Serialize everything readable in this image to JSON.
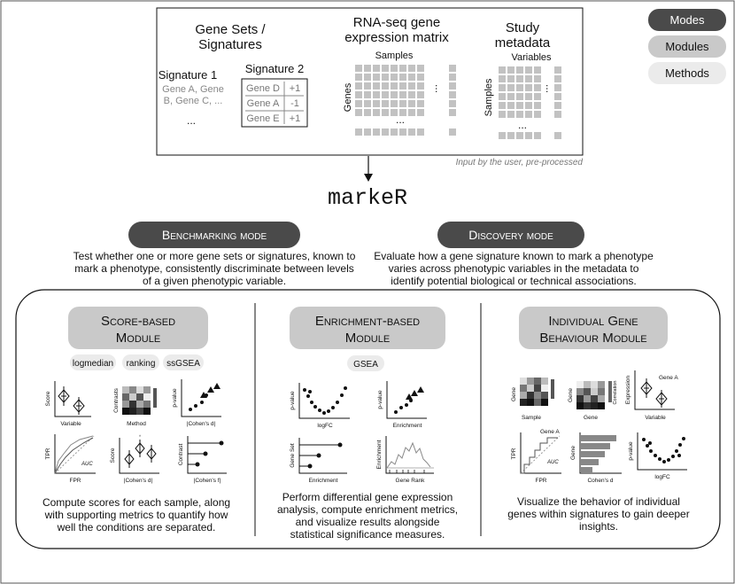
{
  "legend": {
    "modes": "Modes",
    "modules": "Modules",
    "methods": "Methods"
  },
  "input": {
    "gene_sets_title": [
      "Gene Sets /",
      "Signatures"
    ],
    "signature1_title": "Signature 1",
    "signature1_genes": [
      "Gene A, Gene",
      "B, Gene C, ..."
    ],
    "signature1_ellipsis": "...",
    "signature2_title": "Signature 2",
    "signature2_rows": [
      {
        "gene": "Gene D",
        "weight": "+1"
      },
      {
        "gene": "Gene A",
        "weight": "-1"
      },
      {
        "gene": "Gene E",
        "weight": "+1"
      }
    ],
    "rnaseq_title": [
      "RNA-seq gene",
      "expression matrix"
    ],
    "rnaseq_cols": "Samples",
    "rnaseq_rows": "Genes",
    "metadata_title": [
      "Study",
      "metadata"
    ],
    "metadata_cols": "Variables",
    "metadata_rows": "Samples",
    "ellipsis": "...",
    "caption": "Input by the user, pre-processed"
  },
  "tool_name": "markeR",
  "modes": {
    "benchmarking": {
      "label": "Benchmarking mode",
      "description": [
        "Test whether one or more gene sets or signatures, known to",
        "mark a phenotype, consistently discriminate between levels",
        "of a given phenotypic variable."
      ]
    },
    "discovery": {
      "label": "Discovery mode",
      "description": [
        "Evaluate how a gene signature known to mark a phenotype",
        "varies across phenotypic variables in the metadata to",
        "identify potential biological or technical associations."
      ]
    }
  },
  "modules": [
    {
      "title": [
        "Score-based",
        "Module"
      ],
      "methods": [
        "logmedian",
        "ranking",
        "ssGSEA"
      ],
      "plot_labels": {
        "p1_y": "Score",
        "p1_x": "Variable",
        "p2_y": "Contrasts",
        "p2_x": "Method",
        "p3_y": "p-value",
        "p3_x": "|Cohen's d|",
        "p4_y": "TPR",
        "p4_x": "FPR",
        "p4_note": "AUC",
        "p5_y": "Score",
        "p5_x": "|Cohen's d|",
        "p6_y": "Contrast",
        "p6_x": "|Cohen's f|"
      },
      "description": [
        "Compute scores for each sample, along",
        "with supporting metrics to quantify how",
        "well the conditions are separated."
      ]
    },
    {
      "title": [
        "Enrichment-based",
        "Module"
      ],
      "methods": [
        "GSEA"
      ],
      "plot_labels": {
        "p1_y": "p-value",
        "p1_x": "logFC",
        "p2_y": "p-value",
        "p2_x": "Enrichment",
        "p3_y": "Gene Set",
        "p3_x": "Enrichment",
        "p4_y": "Enrichment",
        "p4_x": "Gene Rank"
      },
      "description": [
        "Perform differential gene expression",
        "analysis, compute enrichment metrics,",
        "and visualize results alongside",
        "statistical significance measures."
      ]
    },
    {
      "title": [
        "Individual Gene",
        "Behaviour Module"
      ],
      "methods": [],
      "plot_labels": {
        "p1_y": "Gene",
        "p1_x": "Sample",
        "p2_y": "Gene",
        "p2_x": "Gene",
        "p2_scale": "Correlation",
        "p3_y": "Expression",
        "p3_x": "Variable",
        "p3_note": "Gene A",
        "p4_y": "TPR",
        "p4_x": "FPR",
        "p4_note": "Gene A",
        "p4_note2": "AUC",
        "p5_y": "Gene",
        "p5_x": "Cohen's d",
        "p6_y": "p-value",
        "p6_x": "logFC"
      },
      "description": [
        "Visualize the behavior of individual",
        "genes within signatures to gain deeper",
        "insights."
      ]
    }
  ],
  "colors": {
    "mode": "#4a4a4a",
    "module": "#c9c9c9",
    "method": "#ebebeb",
    "cell": "#c2c2c2"
  }
}
